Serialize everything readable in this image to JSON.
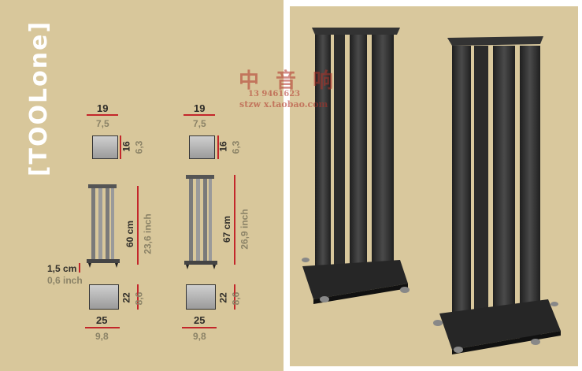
{
  "brand": {
    "text": "[TOOLone]"
  },
  "stand_60": {
    "top_width_cm": "19",
    "top_width_inch": "7,5",
    "top_depth_cm": "16",
    "top_depth_inch": "6,3",
    "height_cm": "60 cm",
    "height_inch": "23,6 inch",
    "spike_cm": "1,5 cm",
    "spike_inch": "0,6 inch",
    "base_depth_cm": "22",
    "base_depth_inch": "8,6",
    "base_width_cm": "25",
    "base_width_inch": "9,8"
  },
  "stand_67": {
    "top_width_cm": "19",
    "top_width_inch": "7,5",
    "top_depth_cm": "16",
    "top_depth_inch": "6,3",
    "height_cm": "67 cm",
    "height_inch": "26,9 inch",
    "base_depth_cm": "22",
    "base_depth_inch": "8,6",
    "base_width_cm": "25",
    "base_width_inch": "9,8"
  },
  "watermark": {
    "name": "中 音 响",
    "phone": "13 9461623",
    "url": "stzw x.taobao.com"
  },
  "colors": {
    "accent": "#c3262a",
    "background": "#d8c79b",
    "stand": "#2b2b2b"
  }
}
